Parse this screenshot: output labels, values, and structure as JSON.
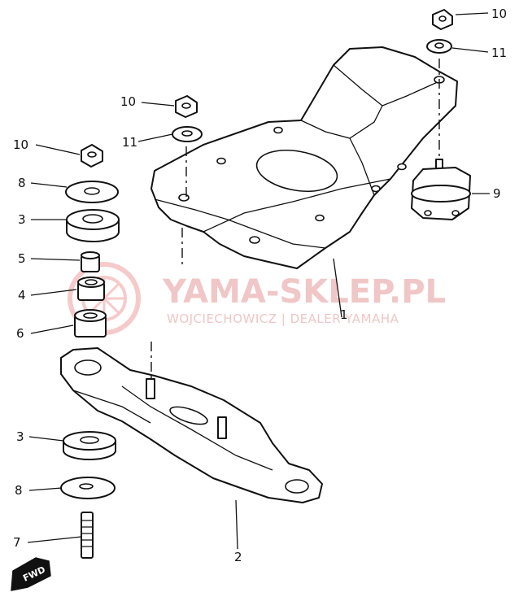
{
  "watermark": {
    "title": "YAMA-SKLEP.PL",
    "subtitle": "WOJCIECHOWICZ | DEALER YAMAHA",
    "accent_color": "#f0c6c6"
  },
  "direction_label": "FWD",
  "callouts": {
    "c1": "1",
    "c2": "2",
    "c3a": "3",
    "c3b": "3",
    "c4": "4",
    "c5": "5",
    "c6": "6",
    "c7": "7",
    "c8a": "8",
    "c8b": "8",
    "c9": "9",
    "c10a": "10",
    "c10b": "10",
    "c10c": "10",
    "c11a": "11",
    "c11b": "11"
  }
}
